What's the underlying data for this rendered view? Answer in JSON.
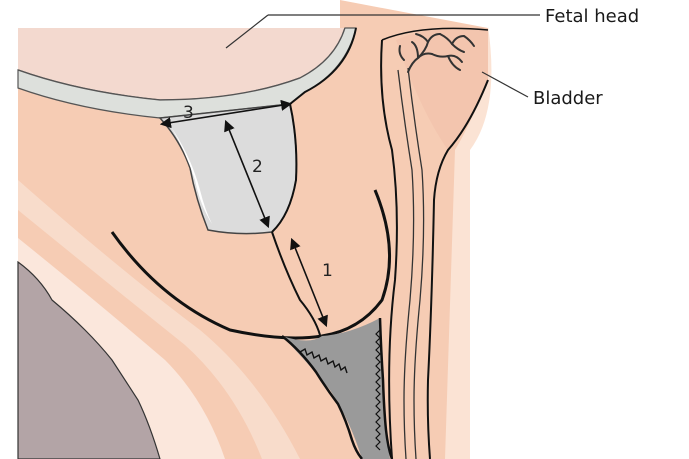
{
  "labels": {
    "fetal_head": "Fetal head",
    "bladder": "Bladder"
  },
  "measurements": [
    {
      "id": "1",
      "label": "1"
    },
    {
      "id": "2",
      "label": "2"
    },
    {
      "id": "3",
      "label": "3"
    }
  ],
  "colors": {
    "fetal_head": "#f3d9cf",
    "tissue": "#f6ccb4",
    "membrane": "#dde0dc",
    "lumen": "#9a9a9a",
    "bone": "#b3a4a6",
    "outline": "#111111",
    "background": "#ffffff"
  }
}
